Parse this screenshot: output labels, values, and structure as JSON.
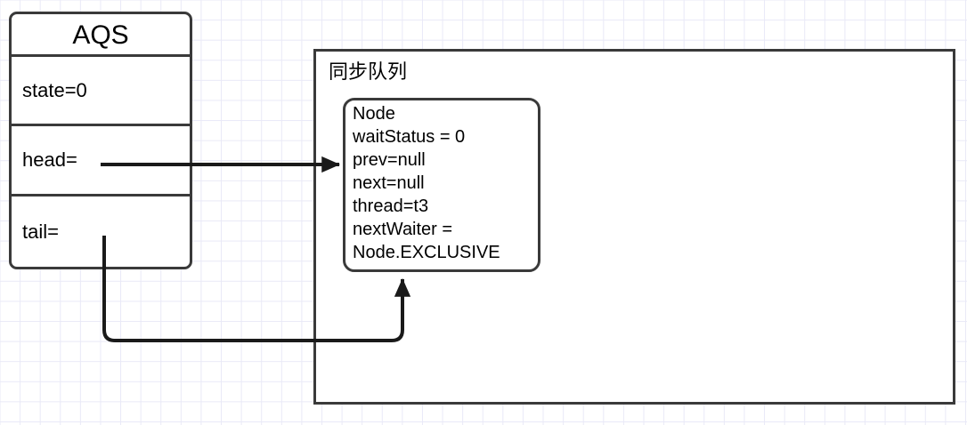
{
  "diagram": {
    "title": "AQS synchronization queue diagram",
    "colors": {
      "stroke": "#3a3a3a",
      "arrow": "#1a1a1a",
      "grid": "#e9e9f7",
      "background": "#ffffff",
      "text": "#000000"
    }
  },
  "aqs": {
    "title": "AQS",
    "rows": [
      {
        "label": "state=0"
      },
      {
        "label": "head="
      },
      {
        "label": "tail="
      }
    ]
  },
  "queue": {
    "label": "同步队列"
  },
  "node": {
    "lines": [
      "Node",
      "waitStatus = 0",
      "prev=null",
      "next=null",
      "thread=t3",
      "nextWaiter =",
      "Node.EXCLUSIVE"
    ]
  },
  "arrows": [
    {
      "name": "head-to-node",
      "from": "head=",
      "to": "Node",
      "style": "straight-horizontal",
      "arrowhead": "right"
    },
    {
      "name": "tail-to-node",
      "from": "tail=",
      "to": "Node",
      "style": "elbow-down-right-up",
      "arrowhead": "up"
    }
  ]
}
